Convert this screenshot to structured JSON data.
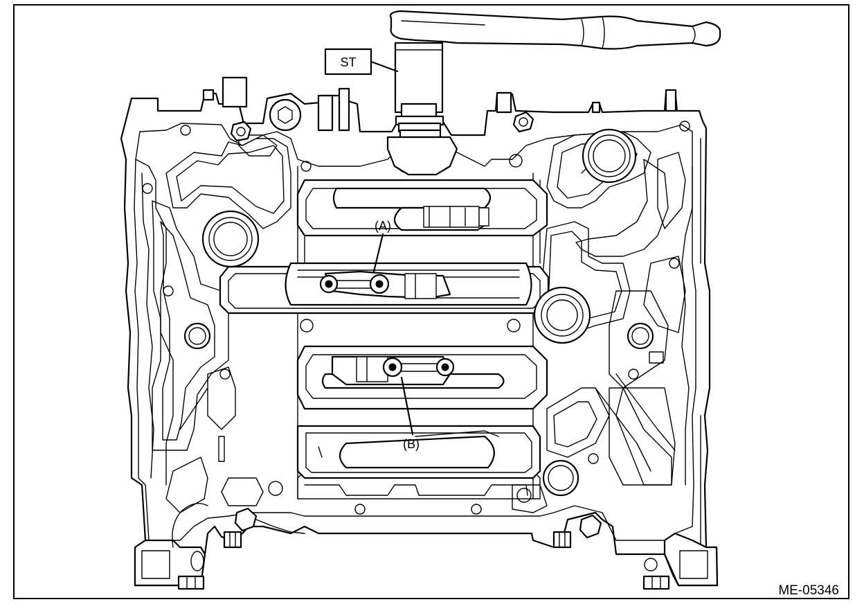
{
  "figure": {
    "callouts": {
      "special_tool": "ST",
      "bolt_a": "(A)",
      "bolt_b": "(B)"
    },
    "figure_code": "ME-05346"
  }
}
